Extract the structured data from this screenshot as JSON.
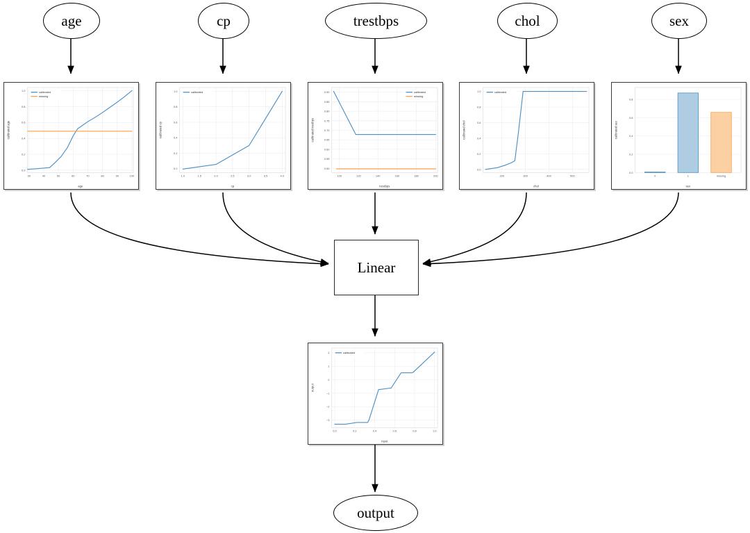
{
  "graph": {
    "input_nodes": [
      {
        "id": "age",
        "label": "age"
      },
      {
        "id": "cp",
        "label": "cp"
      },
      {
        "id": "trestbps",
        "label": "trestbps"
      },
      {
        "id": "chol",
        "label": "chol"
      },
      {
        "id": "sex",
        "label": "sex"
      }
    ],
    "linear_node": {
      "id": "linear",
      "label": "Linear"
    },
    "output_node": {
      "id": "output",
      "label": "output"
    }
  },
  "colors": {
    "calibrated": "#4c8fc5",
    "missing": "#ff9f40",
    "bar_blue_fill": "#aecde3",
    "bar_blue_edge": "#4c8fc5",
    "bar_orange_fill": "#fcd0a3",
    "bar_orange_edge": "#f5a04a",
    "grid": "#eaeaf2",
    "panel_border": "#3a3a3a",
    "axis_text": "#555555",
    "edge_stroke": "#000000"
  },
  "chart_data": [
    {
      "id": "age",
      "type": "line",
      "title": "",
      "xlabel": "age",
      "ylabel": "calibrated age",
      "xlim": [
        29,
        101
      ],
      "ylim": [
        -0.03,
        1.04
      ],
      "xticks": [
        30,
        40,
        50,
        60,
        70,
        80,
        90,
        100
      ],
      "yticks": [
        0.0,
        0.2,
        0.4,
        0.6,
        0.8,
        1.0
      ],
      "xticklabels": [
        "30",
        "40",
        "50",
        "60",
        "70",
        "80",
        "90",
        "100"
      ],
      "yticklabels": [
        "0.0",
        "0.2",
        "0.4",
        "0.6",
        "0.8",
        "1.0"
      ],
      "legend": [
        "calibrated",
        "missing"
      ],
      "legend_position": "upper left",
      "grid": true,
      "series": [
        {
          "name": "calibrated",
          "color": "#4c8fc5",
          "x": [
            29,
            35,
            40,
            44,
            48,
            52,
            56,
            60,
            63,
            65,
            70,
            75,
            80,
            85,
            90,
            95,
            100
          ],
          "y": [
            0.01,
            0.018,
            0.026,
            0.032,
            0.1,
            0.175,
            0.28,
            0.43,
            0.52,
            0.545,
            0.61,
            0.665,
            0.725,
            0.79,
            0.855,
            0.925,
            1.0
          ]
        },
        {
          "name": "missing",
          "color": "#ff9f40",
          "x": [
            29,
            100
          ],
          "y": [
            0.49,
            0.49
          ]
        }
      ]
    },
    {
      "id": "cp",
      "type": "line",
      "title": "",
      "xlabel": "cp",
      "ylabel": "calibrated cp",
      "xlim": [
        0.9,
        4.1
      ],
      "ylim": [
        -0.05,
        1.05
      ],
      "xticks": [
        1.0,
        1.5,
        2.0,
        2.5,
        3.0,
        3.5,
        4.0
      ],
      "yticks": [
        0.0,
        0.2,
        0.4,
        0.6,
        0.8,
        1.0
      ],
      "xticklabels": [
        "1.0",
        "1.5",
        "2.0",
        "2.5",
        "3.0",
        "3.5",
        "4.0"
      ],
      "yticklabels": [
        "0.0",
        "0.2",
        "0.4",
        "0.6",
        "0.8",
        "1.0"
      ],
      "legend": [
        "calibrated"
      ],
      "legend_position": "upper left",
      "grid": true,
      "series": [
        {
          "name": "calibrated",
          "color": "#4c8fc5",
          "x": [
            1.0,
            2.0,
            3.0,
            4.0
          ],
          "y": [
            -0.005,
            0.055,
            0.3,
            1.0
          ]
        }
      ]
    },
    {
      "id": "trestbps",
      "type": "line",
      "title": "",
      "xlabel": "trestbps",
      "ylabel": "calibrated trestbps",
      "xlim": [
        92,
        202
      ],
      "ylim": [
        0.478,
        0.925
      ],
      "xticks": [
        100,
        120,
        140,
        160,
        180,
        200
      ],
      "yticks": [
        0.5,
        0.55,
        0.6,
        0.65,
        0.7,
        0.75,
        0.8,
        0.85,
        0.9
      ],
      "xticklabels": [
        "100",
        "120",
        "140",
        "160",
        "180",
        "200"
      ],
      "yticklabels": [
        "0.50",
        "0.55",
        "0.60",
        "0.65",
        "0.70",
        "0.75",
        "0.80",
        "0.85",
        "0.90"
      ],
      "legend": [
        "calibrated",
        "missing"
      ],
      "legend_position": "upper right",
      "grid": true,
      "series": [
        {
          "name": "calibrated",
          "color": "#4c8fc5",
          "x": [
            94,
            117,
            140,
            160,
            180,
            200
          ],
          "y": [
            0.905,
            0.678,
            0.678,
            0.678,
            0.678,
            0.678
          ]
        },
        {
          "name": "missing",
          "color": "#ff9f40",
          "x": [
            97,
            200
          ],
          "y": [
            0.497,
            0.497
          ]
        }
      ]
    },
    {
      "id": "chol",
      "type": "line",
      "title": "",
      "xlabel": "chol",
      "ylabel": "calibrated chol",
      "xlim": [
        120,
        570
      ],
      "ylim": [
        -0.04,
        1.05
      ],
      "xticks": [
        200,
        300,
        400,
        500
      ],
      "yticks": [
        0.0,
        0.2,
        0.4,
        0.6,
        0.8,
        1.0
      ],
      "xticklabels": [
        "200",
        "300",
        "400",
        "500"
      ],
      "yticklabels": [
        "0.0",
        "0.2",
        "0.4",
        "0.6",
        "0.8",
        "1.0"
      ],
      "legend": [
        "calibrated"
      ],
      "legend_position": "upper left",
      "grid": true,
      "series": [
        {
          "name": "calibrated",
          "color": "#4c8fc5",
          "x": [
            130,
            180,
            210,
            240,
            255,
            270,
            290,
            340,
            420,
            500,
            560
          ],
          "y": [
            0.0,
            0.022,
            0.05,
            0.085,
            0.112,
            0.47,
            1.0,
            1.0,
            1.0,
            1.0,
            1.0
          ]
        }
      ]
    },
    {
      "id": "sex",
      "type": "bar",
      "title": "",
      "xlabel": "sex",
      "ylabel": "calibrated sex",
      "ylim": [
        0.0,
        0.93
      ],
      "yticks": [
        0.0,
        0.2,
        0.4,
        0.6,
        0.8
      ],
      "yticklabels": [
        "0.0",
        "0.2",
        "0.4",
        "0.6",
        "0.8"
      ],
      "categories": [
        "0",
        "1",
        "missing"
      ],
      "values": [
        0.006,
        0.87,
        0.658
      ],
      "bar_colors": [
        "#aecde3",
        "#aecde3",
        "#fcd0a3"
      ],
      "bar_edges": [
        "#4c8fc5",
        "#4c8fc5",
        "#f5a04a"
      ],
      "grid": true,
      "legend": [],
      "legend_position": "none"
    },
    {
      "id": "output",
      "type": "line",
      "title": "",
      "xlabel": "input",
      "ylabel": "output",
      "xlim": [
        -0.03,
        1.03
      ],
      "ylim": [
        -3.55,
        2.35
      ],
      "xticks": [
        0.0,
        0.2,
        0.4,
        0.6,
        0.8,
        1.0
      ],
      "yticks": [
        -3,
        -2,
        -1,
        0,
        1,
        2
      ],
      "xticklabels": [
        "0.0",
        "0.2",
        "0.4",
        "0.6",
        "0.8",
        "1.0"
      ],
      "yticklabels": [
        "−3",
        "−2",
        "−1",
        "0",
        "1",
        "2"
      ],
      "legend": [
        "calibrated"
      ],
      "legend_position": "upper left",
      "grid": true,
      "series": [
        {
          "name": "calibrated",
          "color": "#4c8fc5",
          "x": [
            0.0,
            0.11,
            0.22,
            0.33,
            0.345,
            0.44,
            0.455,
            0.555,
            0.565,
            0.665,
            0.675,
            0.775,
            0.785,
            1.0
          ],
          "y": [
            -3.3,
            -3.3,
            -3.17,
            -3.17,
            -2.95,
            -0.72,
            -0.72,
            -0.62,
            -0.62,
            0.52,
            0.52,
            0.52,
            0.55,
            2.05
          ]
        }
      ]
    }
  ]
}
